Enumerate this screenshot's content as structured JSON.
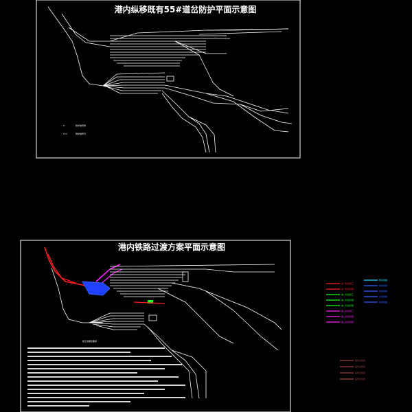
{
  "drawing_top": {
    "title": "港内纵移既有55#道岔防护平面示意图",
    "legend": [
      {
        "symbol": "H",
        "label": "防护信号牌"
      },
      {
        "symbol": "H-O",
        "label": "防护信号灯"
      }
    ]
  },
  "drawing_bottom": {
    "title": "港内铁路过渡方案平面示意图",
    "notes_heading": "施工说明及要求"
  },
  "legend_panel": {
    "left_items": [
      {
        "label": "第一阶段施工",
        "color": "#ff2020"
      },
      {
        "label": "第一阶段封锁",
        "color": "#ff2020"
      },
      {
        "label": "第二阶段施工",
        "color": "#20ff20"
      },
      {
        "label": "第二阶段封锁",
        "color": "#20ff20"
      },
      {
        "label": "第二阶段拆除",
        "color": "#20ff20"
      },
      {
        "label": "第三阶段施工",
        "color": "#ff20ff"
      },
      {
        "label": "第三阶段封锁",
        "color": "#ff20ff"
      },
      {
        "label": "第三阶段拆除",
        "color": "#ff20ff"
      }
    ],
    "right_items": [
      {
        "label": "既有线路",
        "color": "#20e0ff"
      },
      {
        "label": "新建线路",
        "color": "#3060ff"
      },
      {
        "label": "拆除线路",
        "color": "#3060ff"
      },
      {
        "label": "过渡线路",
        "color": "#3060ff"
      },
      {
        "label": "封锁线路",
        "color": "#3060ff"
      }
    ],
    "bottom_items": [
      {
        "label": "临时过渡线",
        "color": "#a04040"
      },
      {
        "label": "临时过渡线",
        "color": "#a04040"
      },
      {
        "label": "临时过渡线",
        "color": "#a04040"
      },
      {
        "label": "临时过渡线",
        "color": "#a04040"
      }
    ]
  }
}
